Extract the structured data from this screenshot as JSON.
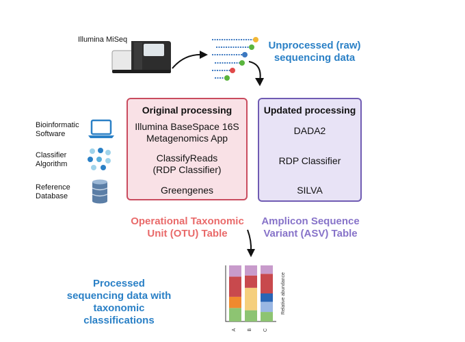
{
  "sequencer_label": "Illumina MiSeq",
  "raw_data_label": [
    "Unprocessed (raw)",
    "sequencing data"
  ],
  "legend": [
    {
      "icon": "laptop-icon",
      "lines": [
        "Bioinformatic",
        "Software"
      ]
    },
    {
      "icon": "classifier-dots-icon",
      "lines": [
        "Classifier",
        "Algorithm"
      ]
    },
    {
      "icon": "database-icon",
      "lines": [
        "Reference",
        "Database"
      ]
    }
  ],
  "original": {
    "title": "Original  processing",
    "software": [
      "Illumina BaseSpace 16S",
      "Metagenomics App"
    ],
    "classifier": [
      "ClassifyReads",
      "(RDP Classifier)"
    ],
    "database": "Greengenes",
    "table_label": [
      "Operational Taxonomic",
      "Unit (OTU) Table"
    ]
  },
  "updated": {
    "title": "Updated processing",
    "software": "DADA2",
    "classifier": "RDP Classifier",
    "database": "SILVA",
    "table_label": [
      "Amplicon Sequence",
      "Variant (ASV) Table"
    ]
  },
  "processed_label": [
    "Processed",
    "sequencing data with",
    "taxonomic",
    "classifications"
  ],
  "colors": {
    "original_border": "#c94b5e",
    "original_fill": "#f9e1e6",
    "updated_border": "#6f5bb2",
    "updated_fill": "#e8e3f6",
    "otu_text": "#e96a6a",
    "asv_text": "#8773c9",
    "blue_text": "#2a80c6"
  },
  "chart_data": {
    "type": "bar",
    "stacked": true,
    "categories": [
      "A",
      "B",
      "C"
    ],
    "ylabel": "Relative abundance",
    "xlabel": "",
    "ylim": [
      0,
      1
    ],
    "grid": false,
    "segments": [
      [
        {
          "color": "#8dc472",
          "value": 0.24
        },
        {
          "color": "#f08a2e",
          "value": 0.2
        },
        {
          "color": "#c8494d",
          "value": 0.36
        },
        {
          "color": "#c89bcb",
          "value": 0.2
        }
      ],
      [
        {
          "color": "#8dc472",
          "value": 0.2
        },
        {
          "color": "#f5cf7c",
          "value": 0.4
        },
        {
          "color": "#c8494d",
          "value": 0.22
        },
        {
          "color": "#c89bcb",
          "value": 0.18
        }
      ],
      [
        {
          "color": "#8dc472",
          "value": 0.17
        },
        {
          "color": "#9ab7e3",
          "value": 0.18
        },
        {
          "color": "#2a66b6",
          "value": 0.15
        },
        {
          "color": "#c8494d",
          "value": 0.35
        },
        {
          "color": "#c89bcb",
          "value": 0.15
        }
      ]
    ]
  }
}
